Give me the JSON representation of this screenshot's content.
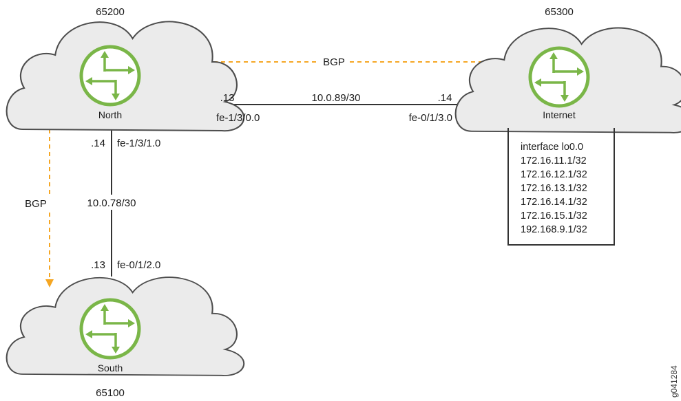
{
  "nodes": {
    "north": {
      "name": "North",
      "asn": "65200"
    },
    "internet": {
      "name": "Internet",
      "asn": "65300"
    },
    "south": {
      "name": "South",
      "asn": "65100"
    }
  },
  "links": {
    "north_internet": {
      "subnet": "10.0.89/30",
      "north_host": ".13",
      "north_iface": "fe-1/3/0.0",
      "internet_host": ".14",
      "internet_iface": "fe-0/1/3.0"
    },
    "north_south": {
      "subnet": "10.0.78/30",
      "north_host": ".14",
      "north_iface": "fe-1/3/1.0",
      "south_host": ".13",
      "south_iface": "fe-0/1/2.0"
    }
  },
  "bgp": {
    "internet_to_north": "BGP",
    "north_to_south": "BGP"
  },
  "loopback": {
    "title": "interface lo0.0",
    "addresses": [
      "172.16.11.1/32",
      "172.16.12.1/32",
      "172.16.13.1/32",
      "172.16.14.1/32",
      "172.16.15.1/32",
      "192.168.9.1/32"
    ]
  },
  "figure_id": "g041284",
  "colors": {
    "router": "#7ab648",
    "bgp": "#f5a623",
    "cloud": "#ebebeb"
  }
}
